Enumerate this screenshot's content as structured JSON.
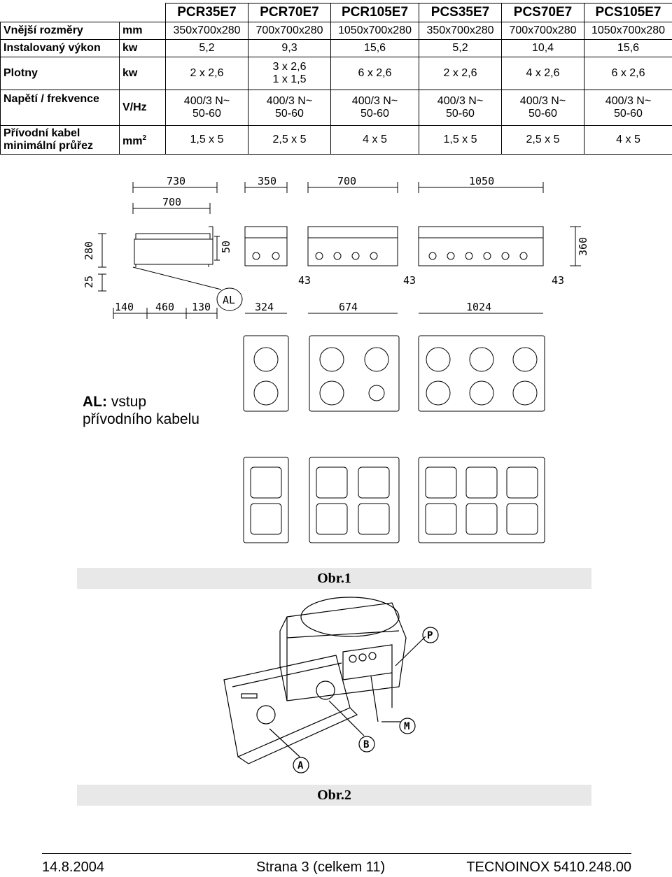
{
  "table": {
    "models": [
      "PCR35E7",
      "PCR70E7",
      "PCR105E7",
      "PCS35E7",
      "PCS70E7",
      "PCS105E7"
    ],
    "rows": [
      {
        "label": "Vnější rozměry",
        "unit": "mm",
        "values": [
          "350x700x280",
          "700x700x280",
          "1050x700x280",
          "350x700x280",
          "700x700x280",
          "1050x700x280"
        ]
      },
      {
        "label": "Instalovaný výkon",
        "unit": "kw",
        "values": [
          "5,2",
          "9,3",
          "15,6",
          "5,2",
          "10,4",
          "15,6"
        ]
      },
      {
        "label": "Plotny",
        "unit": "kw",
        "values": [
          "2 x 2,6",
          "3 x 2,6",
          "6 x 2,6",
          "2 x 2,6",
          "4 x 2,6",
          "6 x 2,6"
        ],
        "extra_pcr70": "1 x 1,5"
      },
      {
        "label": "Napětí / frekvence",
        "unit": "V/Hz",
        "values": [
          "400/3 N~",
          "400/3 N~",
          "400/3 N~",
          "400/3 N~",
          "400/3 N~",
          "400/3 N~"
        ],
        "values2": [
          "50-60",
          "50-60",
          "50-60",
          "50-60",
          "50-60",
          "50-60"
        ]
      },
      {
        "label": "Přívodní kabel",
        "label2": "minimální průřez",
        "unit": "mm",
        "unit_sup": "2",
        "values": [
          "1,5 x 5",
          "2,5 x 5",
          "4 x 5",
          "1,5 x 5",
          "2,5 x 5",
          "4 x 5"
        ]
      }
    ]
  },
  "drawing1": {
    "dims": {
      "side_top": "730",
      "side_inner": "700",
      "height_280": "280",
      "height_25": "25",
      "height_50": "50",
      "side_bottom": [
        "140",
        "460",
        "130"
      ],
      "al_tag": "AL",
      "w350": "350",
      "w700": "700",
      "w1050": "1050",
      "h360": "360",
      "b324": "324",
      "b674": "674",
      "b1024": "1024",
      "gap43": "43"
    },
    "al_label_bold": "AL:",
    "al_label_text": "vstup",
    "al_label_text2": "přívodního kabelu",
    "caption": "Obr.1"
  },
  "drawing2": {
    "callouts": [
      "P",
      "M",
      "B",
      "A"
    ],
    "caption": "Obr.2"
  },
  "footer": {
    "date": "14.8.2004",
    "page": "Strana 3 (celkem 11)",
    "doc": "TECNOINOX 5410.248.00"
  }
}
